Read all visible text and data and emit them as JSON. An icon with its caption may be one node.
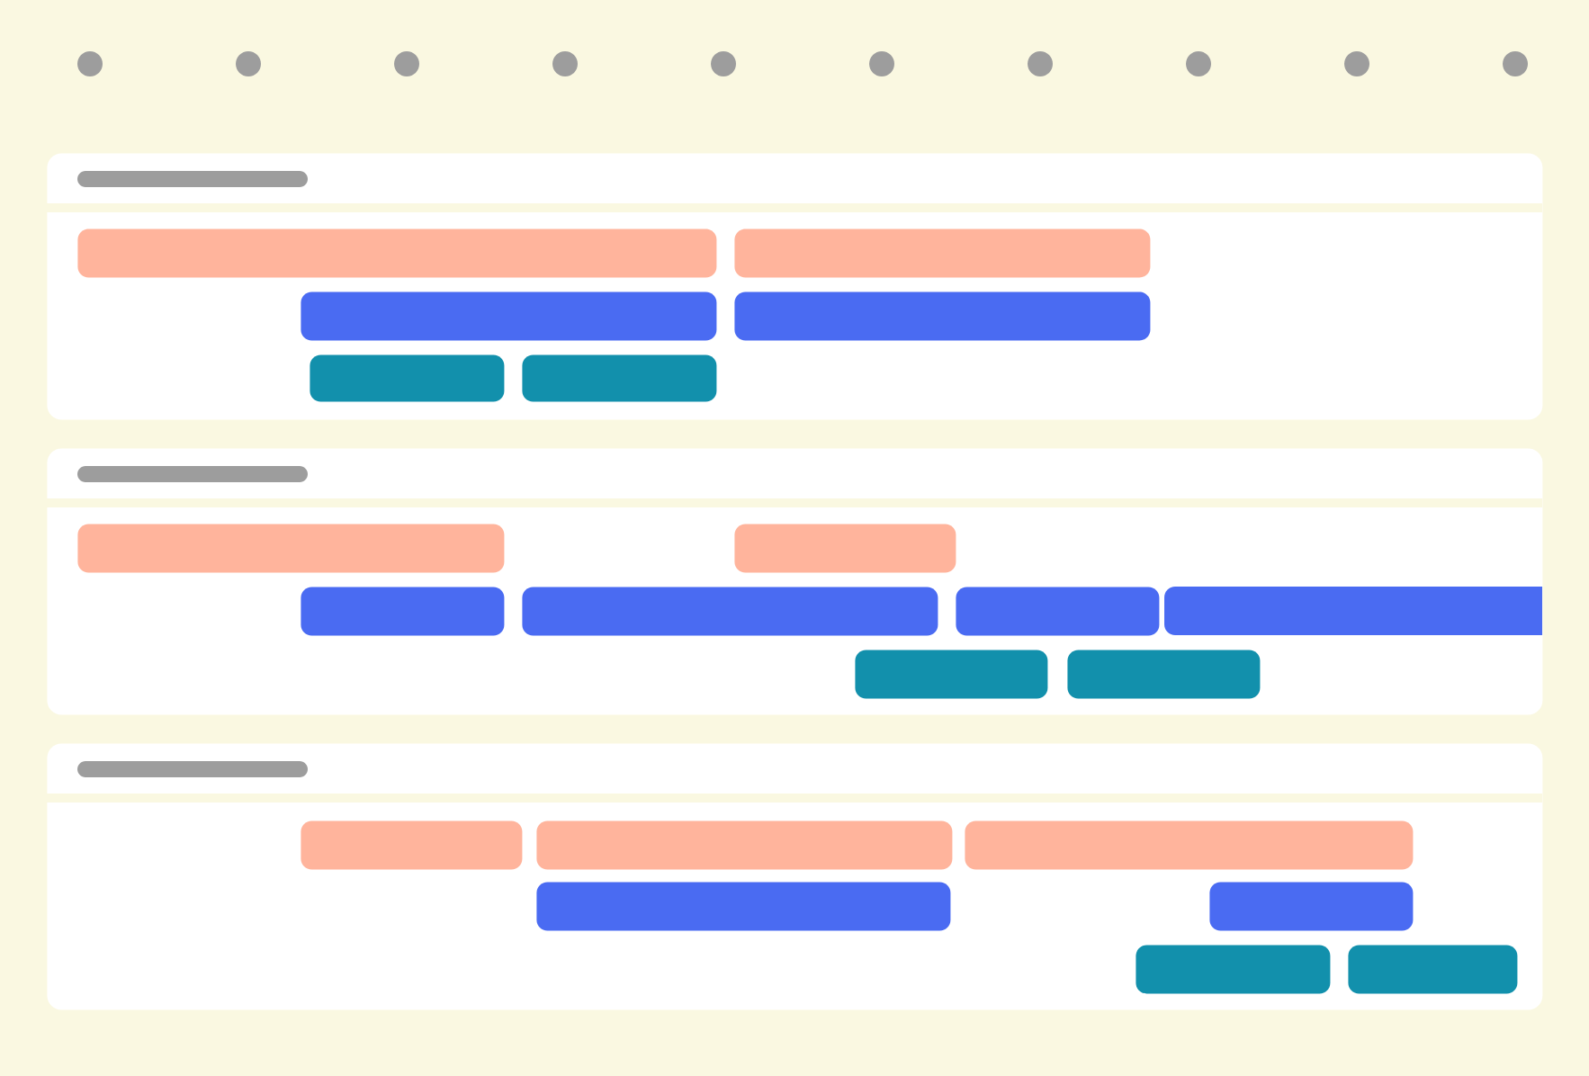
{
  "diagram": {
    "nodes": [
      {
        "text": [],
        "shape": "box"
      },
      {
        "text": [],
        "shape": "bar",
        "in": 0
      },
      {
        "text": [],
        "shape": "bar",
        "in": 0
      },
      {
        "text": [],
        "shape": "bar",
        "in": 0
      },
      {
        "text": [],
        "shape": "bar",
        "in": 0
      },
      {
        "text": [],
        "shape": "bar",
        "in": 0
      },
      {
        "text": [],
        "shape": "bar",
        "in": 0
      },
      {
        "text": [],
        "shape": "box"
      },
      {
        "text": [],
        "shape": "bar",
        "in": 7
      },
      {
        "text": [],
        "shape": "bar",
        "in": 7
      },
      {
        "text": [],
        "shape": "bar",
        "in": 7
      },
      {
        "text": [],
        "shape": "bar",
        "in": 7
      },
      {
        "text": [],
        "shape": "bar",
        "in": 7
      },
      {
        "text": [],
        "shape": "bar",
        "in": 7
      },
      {
        "text": [],
        "shape": "bar",
        "in": 7
      },
      {
        "text": [],
        "shape": "bar",
        "in": 7
      },
      {
        "text": [],
        "shape": "box"
      },
      {
        "text": [],
        "shape": "bar",
        "in": 16
      },
      {
        "text": [],
        "shape": "bar",
        "in": 16
      },
      {
        "text": [],
        "shape": "bar",
        "in": 16
      },
      {
        "text": [],
        "shape": "bar",
        "in": 16
      },
      {
        "text": [],
        "shape": "bar",
        "in": 16
      },
      {
        "text": [],
        "shape": "bar",
        "in": 16
      },
      {
        "text": [],
        "shape": "bar",
        "in": 16
      }
    ]
  }
}
